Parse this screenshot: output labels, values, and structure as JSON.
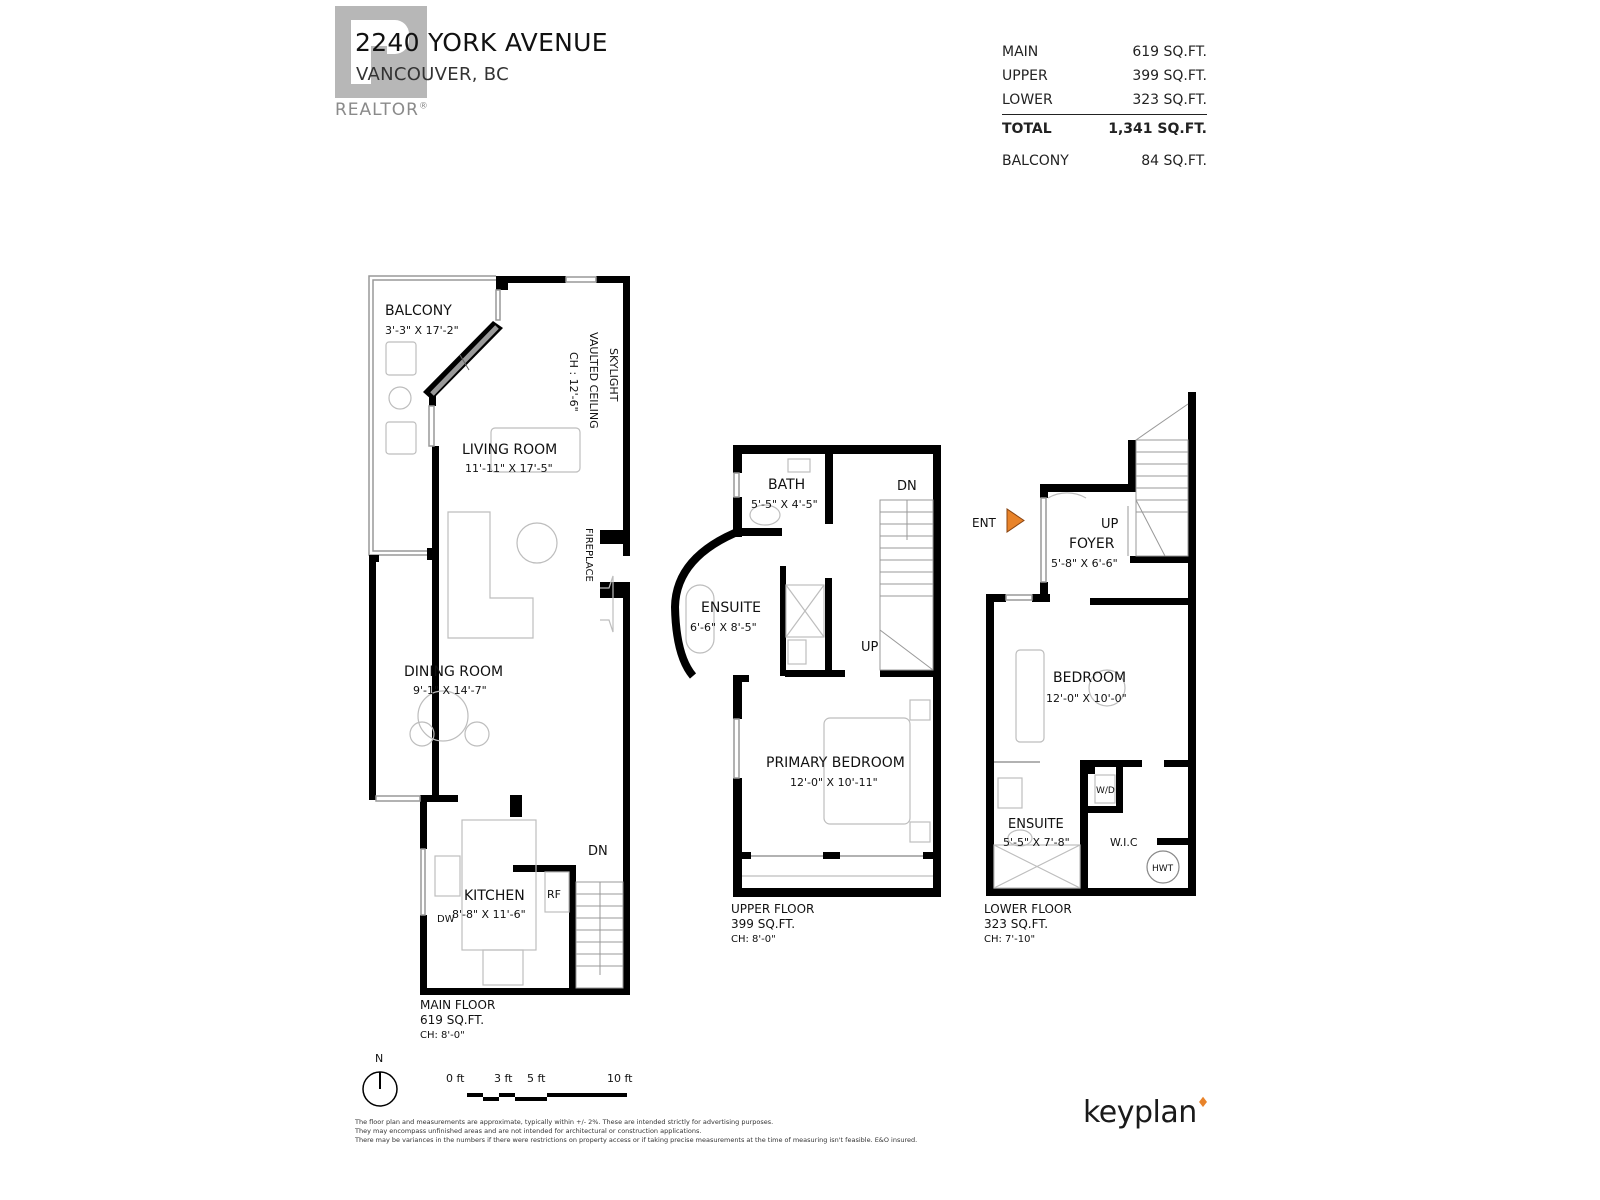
{
  "header": {
    "title": "2240 YORK AVENUE",
    "subtitle": "VANCOUVER, BC",
    "logo_text": "REALTOR",
    "logo_mark": "®"
  },
  "area_summary": {
    "rows": [
      {
        "label": "MAIN",
        "value": "619 SQ.FT."
      },
      {
        "label": "UPPER",
        "value": "399 SQ.FT."
      },
      {
        "label": "LOWER",
        "value": "323 SQ.FT."
      }
    ],
    "total": {
      "label": "TOTAL",
      "value": "1,341 SQ.FT."
    },
    "balcony": {
      "label": "BALCONY",
      "value": "84 SQ.FT."
    }
  },
  "floors": {
    "main": {
      "name": "MAIN FLOOR",
      "area": "619 SQ.FT.",
      "ceiling": "CH: 8'-0\"",
      "rooms": {
        "balcony": {
          "name": "BALCONY",
          "dims": "3'-3\" X 17'-2\""
        },
        "living": {
          "name": "LIVING ROOM",
          "dims": "11'-11\"  X  17'-5\""
        },
        "dining": {
          "name": "DINING ROOM",
          "dims": "9'-1\"  X  14'-7\""
        },
        "kitchen": {
          "name": "KITCHEN",
          "dims": "8'-8\"  X  11'-6\""
        }
      },
      "notes": {
        "skylight": "SKYLIGHT",
        "vaulted": "VAULTED CEILING",
        "vaulted_ch": "CH : 12'-6\"",
        "fireplace": "FIREPLACE",
        "dn": "DN",
        "rf": "RF",
        "dw": "DW"
      }
    },
    "upper": {
      "name": "UPPER FLOOR",
      "area": "399 SQ.FT.",
      "ceiling": "CH: 8'-0\"",
      "rooms": {
        "bath": {
          "name": "BATH",
          "dims": "5'-5\" X 4'-5\""
        },
        "ensuite": {
          "name": "ENSUITE",
          "dims": "6'-6\"  X  8'-5\""
        },
        "primary": {
          "name": "PRIMARY BEDROOM",
          "dims": "12'-0\"  X  10'-11\""
        }
      },
      "notes": {
        "dn": "DN",
        "up": "UP"
      }
    },
    "lower": {
      "name": "LOWER FLOOR",
      "area": "323 SQ.FT.",
      "ceiling": "CH: 7'-10\"",
      "rooms": {
        "foyer": {
          "name": "FOYER",
          "dims": "5'-8\"  X  6'-6\""
        },
        "bedroom": {
          "name": "BEDROOM",
          "dims": "12'-0\"  X  10'-0\""
        },
        "ensuite": {
          "name": "ENSUITE",
          "dims": "5'-5\" X 7'-8\""
        },
        "wic": {
          "name": "W.I.C"
        }
      },
      "notes": {
        "ent": "ENT",
        "up": "UP",
        "wd": "W/D",
        "hwt": "HWT"
      }
    }
  },
  "legend": {
    "north": "N",
    "scale": [
      "0 ft",
      "3 ft",
      "5 ft",
      "10 ft"
    ]
  },
  "colors": {
    "entry_marker": "#e8832a",
    "wall": "#000000",
    "furniture": "#bdbdbd"
  },
  "footer": {
    "disclaimer": [
      "The floor plan and measurements are approximate, typically within +/- 2%. These are intended strictly for advertising purposes.",
      "They may encompass unfinished areas and are not intended for architectural or construction applications.",
      "There may be variances in the numbers if there were restrictions on property access or if taking precise measurements at the time of measuring isn't feasible. E&O insured."
    ],
    "brand": "keyplan"
  }
}
